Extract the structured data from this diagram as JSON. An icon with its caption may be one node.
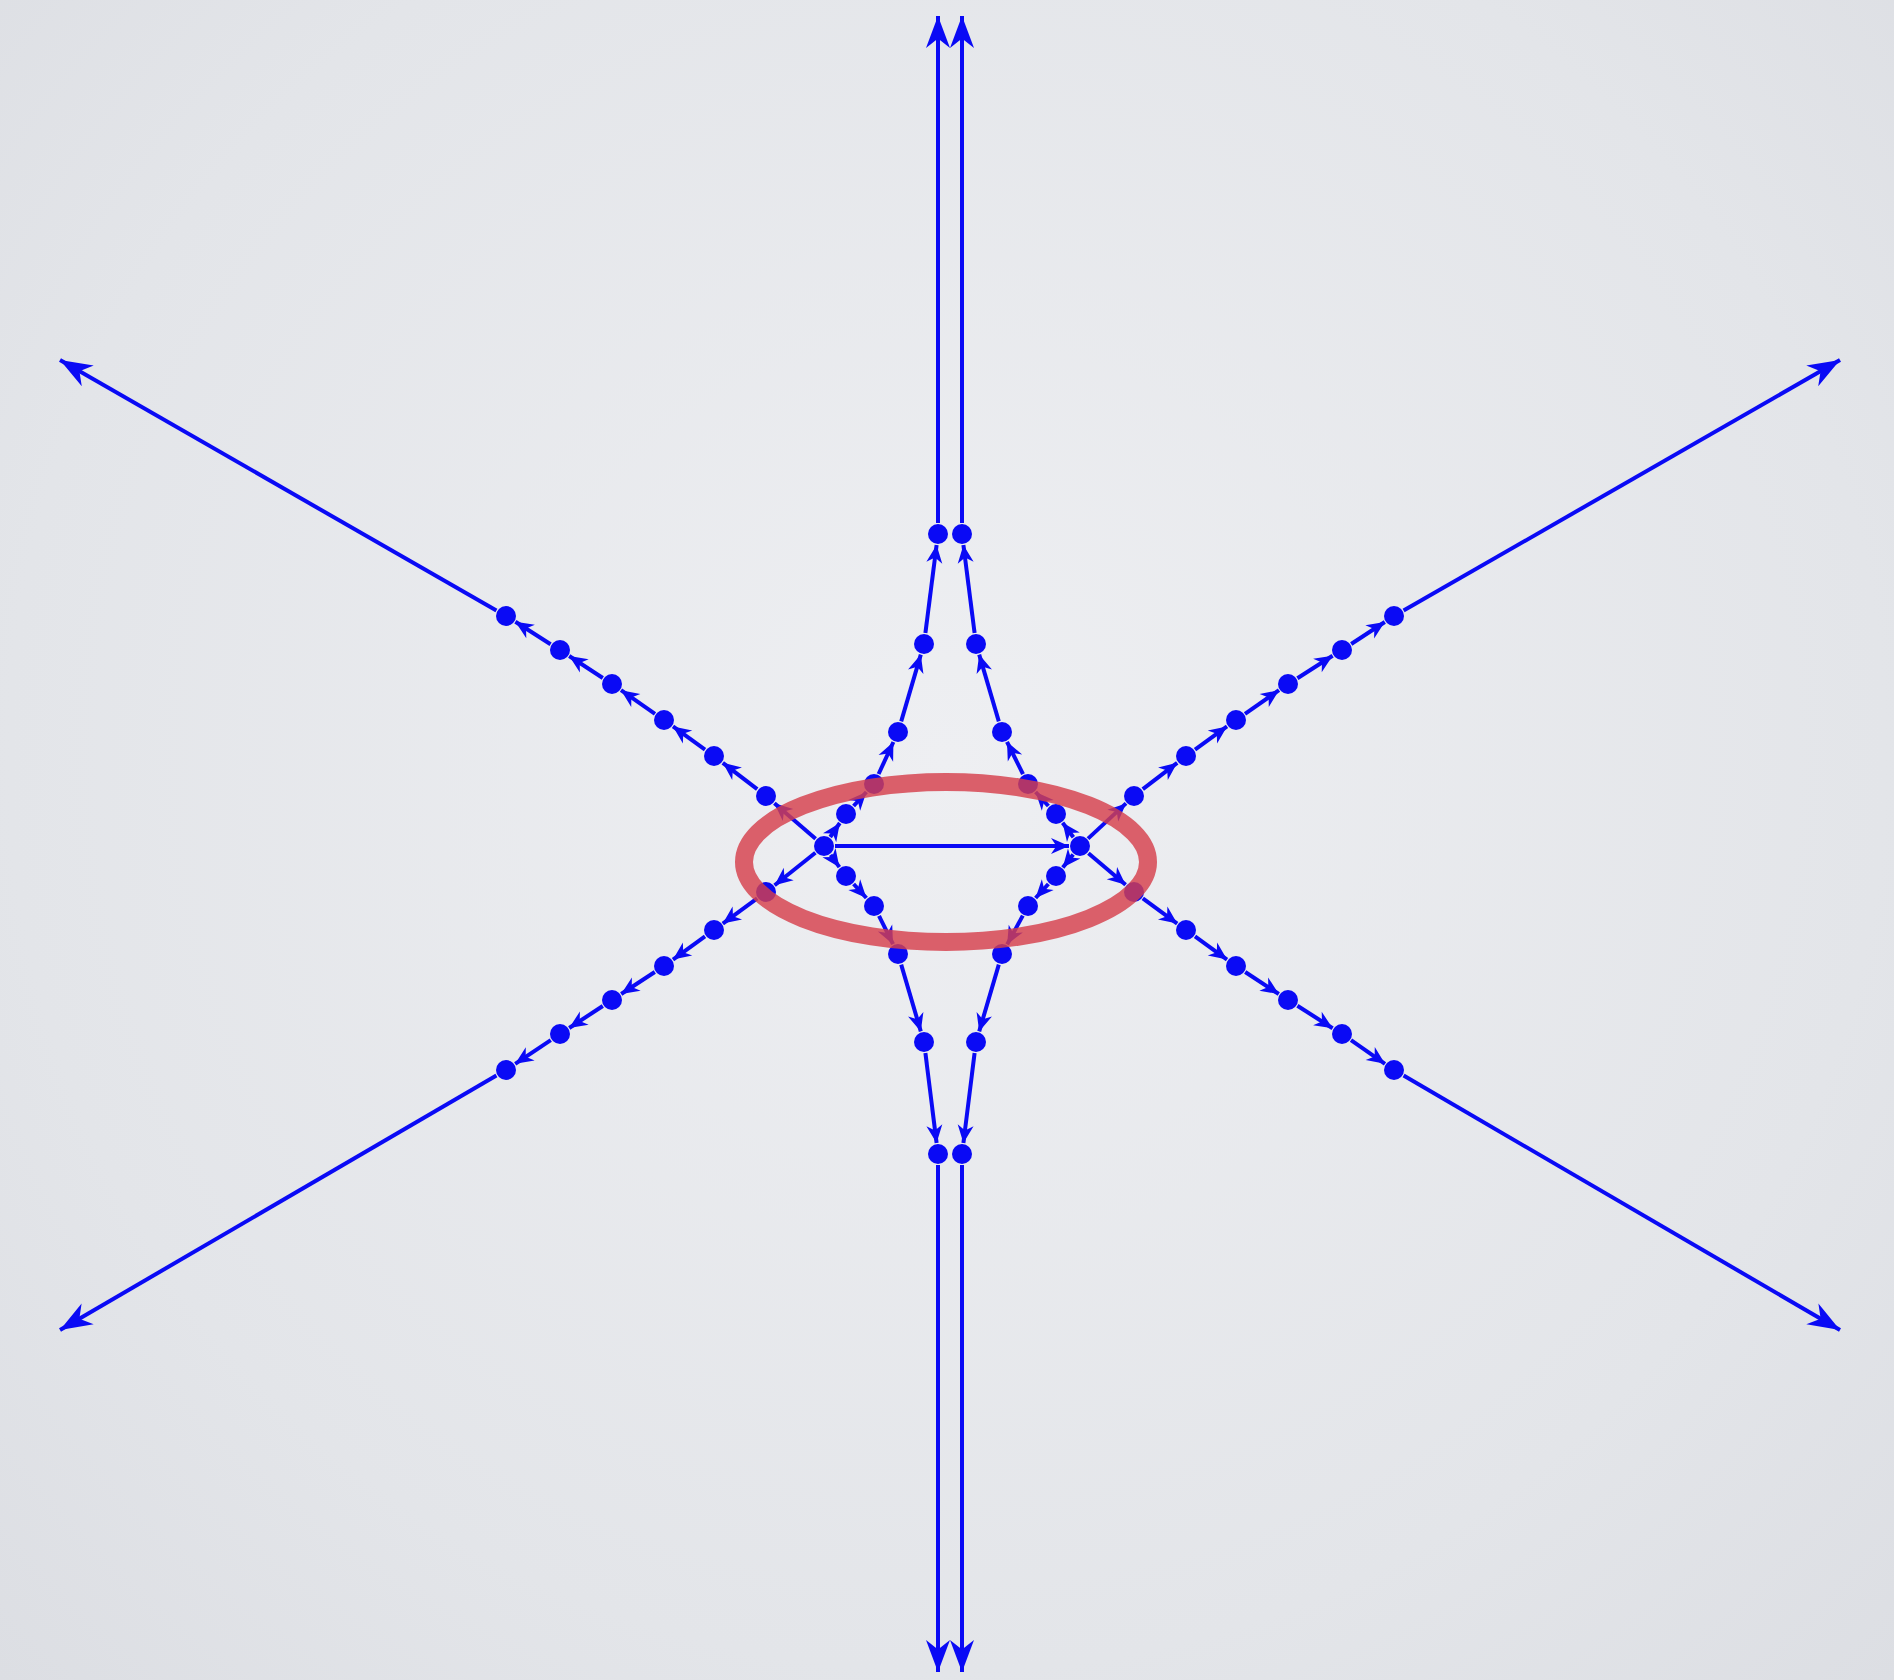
{
  "diagram": {
    "nodes": [
      {
        "text": [],
        "shape": "circle"
      },
      {
        "text": [],
        "shape": "circle"
      },
      {
        "text": [],
        "shape": "circle"
      },
      {
        "text": [],
        "shape": "circle"
      },
      {
        "text": [],
        "shape": "circle"
      },
      {
        "text": [],
        "shape": "circle"
      },
      {
        "text": [],
        "shape": "circle"
      },
      {
        "text": [],
        "shape": "circle"
      },
      {
        "text": [],
        "shape": "circle"
      },
      {
        "text": [],
        "shape": "circle"
      },
      {
        "text": [],
        "shape": "circle"
      },
      {
        "text": [],
        "shape": "circle"
      },
      {
        "text": [],
        "shape": "circle"
      },
      {
        "text": [],
        "shape": "circle"
      },
      {
        "text": [],
        "shape": "circle"
      },
      {
        "text": [],
        "shape": "circle"
      },
      {
        "text": [],
        "shape": "circle"
      },
      {
        "text": [],
        "shape": "circle"
      },
      {
        "text": [],
        "shape": "circle"
      },
      {
        "text": [],
        "shape": "circle"
      },
      {
        "text": [],
        "shape": "circle"
      },
      {
        "text": [],
        "shape": "circle"
      },
      {
        "text": [],
        "shape": "circle"
      },
      {
        "text": [],
        "shape": "circle"
      },
      {
        "text": [],
        "shape": "circle"
      },
      {
        "text": [],
        "shape": "circle"
      },
      {
        "text": [],
        "shape": "circle"
      },
      {
        "text": [],
        "shape": "circle"
      },
      {
        "text": [],
        "shape": "circle"
      },
      {
        "text": [],
        "shape": "circle"
      },
      {
        "text": [],
        "shape": "circle"
      },
      {
        "text": [],
        "shape": "circle"
      },
      {
        "text": [],
        "shape": "circle"
      },
      {
        "text": [],
        "shape": "circle"
      },
      {
        "text": [],
        "shape": "circle"
      },
      {
        "text": [],
        "shape": "circle"
      },
      {
        "text": [],
        "shape": "circle"
      },
      {
        "text": [],
        "shape": "circle"
      },
      {
        "text": [],
        "shape": "circle"
      },
      {
        "text": [],
        "shape": "circle"
      },
      {
        "text": [],
        "shape": "circle"
      },
      {
        "text": [],
        "shape": "circle"
      },
      {
        "text": [],
        "shape": "circle"
      },
      {
        "text": [],
        "shape": "circle"
      },
      {
        "text": [],
        "shape": "circle"
      },
      {
        "text": [],
        "shape": "circle"
      }
    ],
    "edges": [
      {
        "from": 0,
        "to": 1,
        "arrow": "to"
      },
      {
        "from": 0,
        "to": 2,
        "arrow": "to"
      },
      {
        "from": 2,
        "to": 3,
        "arrow": "to"
      },
      {
        "from": 3,
        "to": 4,
        "arrow": "to"
      },
      {
        "from": 4,
        "to": 5,
        "arrow": "to"
      },
      {
        "from": 5,
        "to": 6,
        "arrow": "to"
      },
      {
        "from": 6,
        "to": 7,
        "arrow": "to"
      },
      {
        "from": 7,
        "to": null,
        "arrow": "to"
      },
      {
        "from": 0,
        "to": 8,
        "arrow": "to"
      },
      {
        "from": 8,
        "to": 9,
        "arrow": "to"
      },
      {
        "from": 9,
        "to": 10,
        "arrow": "to"
      },
      {
        "from": 10,
        "to": 11,
        "arrow": "to"
      },
      {
        "from": 11,
        "to": 12,
        "arrow": "to"
      },
      {
        "from": 12,
        "to": 13,
        "arrow": "to"
      },
      {
        "from": 13,
        "to": null,
        "arrow": "to"
      },
      {
        "from": 0,
        "to": 14,
        "arrow": "to"
      },
      {
        "from": 14,
        "to": 15,
        "arrow": "to"
      },
      {
        "from": 15,
        "to": 16,
        "arrow": "to"
      },
      {
        "from": 16,
        "to": 17,
        "arrow": "to"
      },
      {
        "from": 17,
        "to": 18,
        "arrow": "to"
      },
      {
        "from": 18,
        "to": null,
        "arrow": "to"
      },
      {
        "from": 0,
        "to": 19,
        "arrow": "to"
      },
      {
        "from": 19,
        "to": 20,
        "arrow": "to"
      },
      {
        "from": 20,
        "to": 21,
        "arrow": "to"
      },
      {
        "from": 21,
        "to": 22,
        "arrow": "to"
      },
      {
        "from": 22,
        "to": 23,
        "arrow": "to"
      },
      {
        "from": 23,
        "to": null,
        "arrow": "to"
      },
      {
        "from": 1,
        "to": 24,
        "arrow": "to"
      },
      {
        "from": 24,
        "to": 25,
        "arrow": "to"
      },
      {
        "from": 25,
        "to": 26,
        "arrow": "to"
      },
      {
        "from": 26,
        "to": 27,
        "arrow": "to"
      },
      {
        "from": 27,
        "to": 28,
        "arrow": "to"
      },
      {
        "from": 28,
        "to": 29,
        "arrow": "to"
      },
      {
        "from": 29,
        "to": null,
        "arrow": "to"
      },
      {
        "from": 1,
        "to": 30,
        "arrow": "to"
      },
      {
        "from": 30,
        "to": 31,
        "arrow": "to"
      },
      {
        "from": 31,
        "to": 32,
        "arrow": "to"
      },
      {
        "from": 32,
        "to": 33,
        "arrow": "to"
      },
      {
        "from": 33,
        "to": 34,
        "arrow": "to"
      },
      {
        "from": 34,
        "to": 35,
        "arrow": "to"
      },
      {
        "from": 35,
        "to": null,
        "arrow": "to"
      },
      {
        "from": 1,
        "to": 36,
        "arrow": "to"
      },
      {
        "from": 36,
        "to": 37,
        "arrow": "to"
      },
      {
        "from": 37,
        "to": 38,
        "arrow": "to"
      },
      {
        "from": 38,
        "to": 39,
        "arrow": "to"
      },
      {
        "from": 39,
        "to": 40,
        "arrow": "to"
      },
      {
        "from": 40,
        "to": null,
        "arrow": "to"
      },
      {
        "from": 1,
        "to": 41,
        "arrow": "to"
      },
      {
        "from": 41,
        "to": 42,
        "arrow": "to"
      },
      {
        "from": 42,
        "to": 43,
        "arrow": "to"
      },
      {
        "from": 43,
        "to": 44,
        "arrow": "to"
      },
      {
        "from": 44,
        "to": 45,
        "arrow": "to"
      },
      {
        "from": 45,
        "to": null,
        "arrow": "to"
      }
    ]
  }
}
